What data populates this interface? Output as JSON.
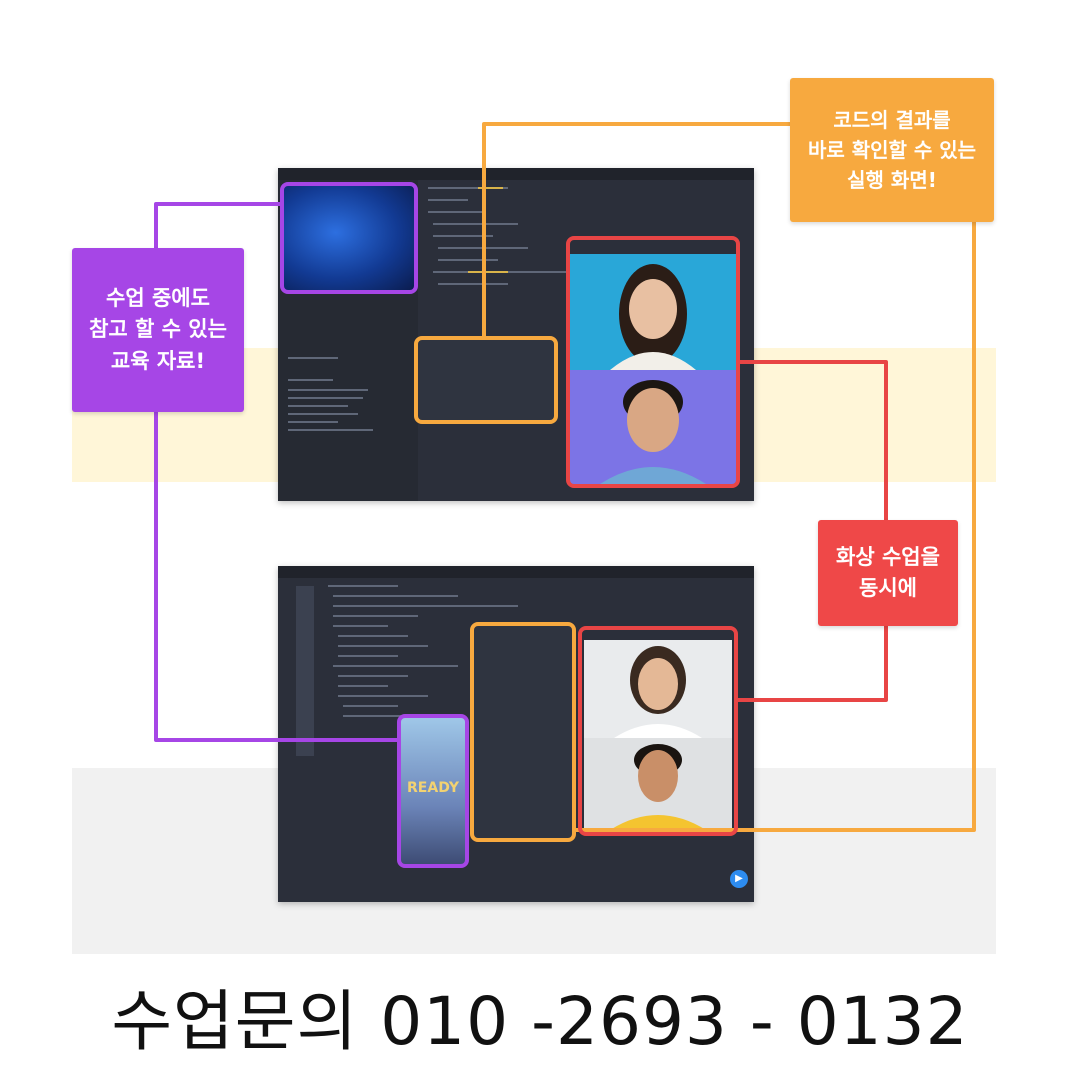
{
  "callouts": {
    "materials": "수업 중에도\n참고 할 수 있는\n교육 자료!",
    "execution": "코드의 결과를\n바로 확인할 수 있는\n실행 화면!",
    "video": "화상 수업을\n동시에"
  },
  "phone_game": {
    "title": "READY"
  },
  "footer": {
    "contact": "수업문의 010 -2693 - 0132"
  },
  "colors": {
    "purple": "#a646e6",
    "orange": "#f7a93f",
    "red": "#ef4848"
  },
  "icons": {
    "play": "play-icon"
  }
}
